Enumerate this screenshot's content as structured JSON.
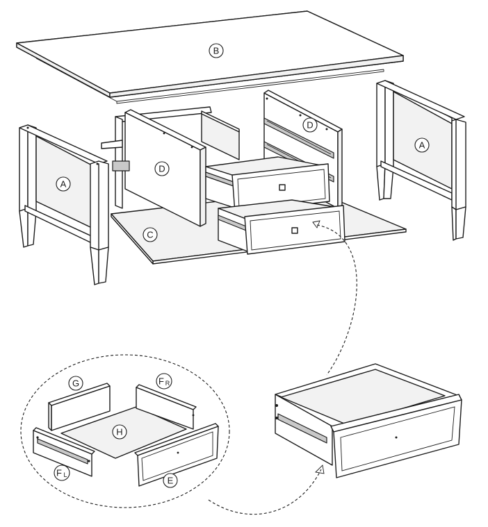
{
  "labels": {
    "B": "B",
    "A": "A",
    "C": "C",
    "D": "D",
    "E": "E",
    "F": "F",
    "R": "R",
    "L": "L",
    "G": "G",
    "H": "H"
  }
}
